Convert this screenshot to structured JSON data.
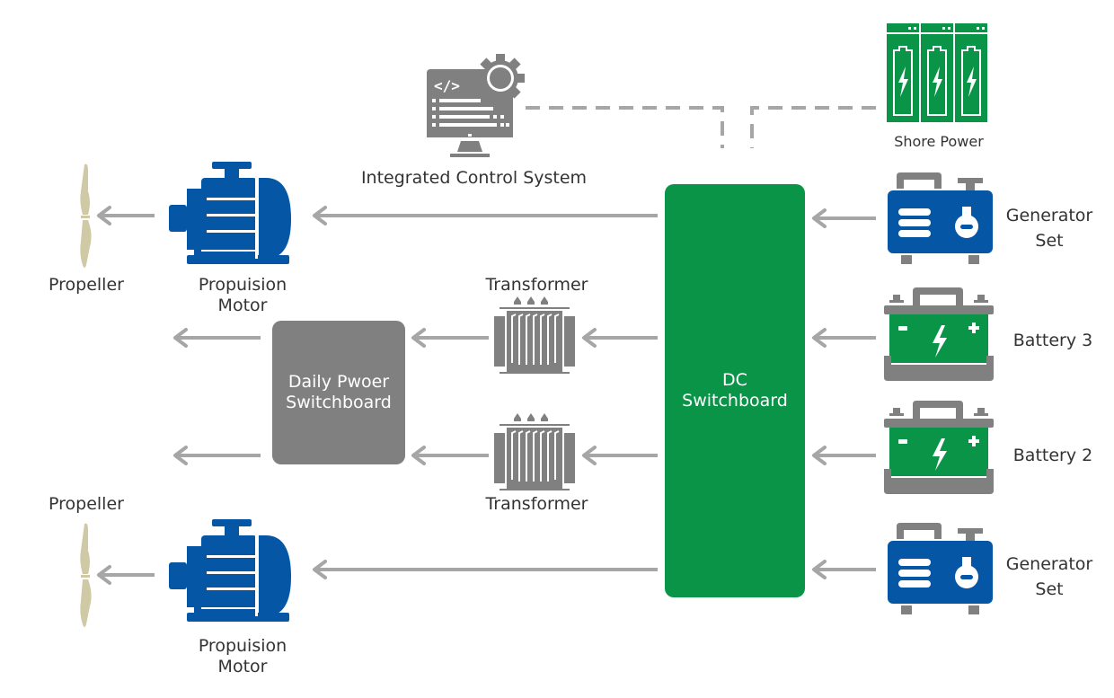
{
  "colors": {
    "green": "#0a9448",
    "blue": "#0656a6",
    "gray": "#808080",
    "arrow": "#a6a6a6",
    "propeller": "#cfc9a6",
    "text": "#333333"
  },
  "labels": {
    "control_system": "Integrated Control System",
    "shore_power": "Shore Power",
    "generator_top_1": "Generator",
    "generator_top_2": "Set",
    "battery3": "Battery 3",
    "battery2": "Battery 2",
    "generator_bottom_1": "Generator",
    "generator_bottom_2": "Set",
    "dc_switchboard_1": "DC",
    "dc_switchboard_2": "Switchboard",
    "daily_switchboard_1": "Daily Pwoer",
    "daily_switchboard_2": "Switchboard",
    "transformer_top": "Transformer",
    "transformer_bottom": "Transformer",
    "propeller_top": "Propeller",
    "propeller_bottom": "Propeller",
    "motor_top_1": "Propuision",
    "motor_top_2": "Motor",
    "motor_bottom_1": "Propuision",
    "motor_bottom_2": "Motor"
  },
  "connections": [
    {
      "from": "Shore Power",
      "to": "DC Switchboard",
      "style": "dashed"
    },
    {
      "from": "Integrated Control System",
      "to": "DC Switchboard",
      "style": "dashed"
    },
    {
      "from": "Generator Set (top)",
      "to": "DC Switchboard",
      "style": "arrow"
    },
    {
      "from": "Battery 3",
      "to": "DC Switchboard",
      "style": "arrow"
    },
    {
      "from": "Battery 2",
      "to": "DC Switchboard",
      "style": "arrow"
    },
    {
      "from": "Generator Set (bottom)",
      "to": "DC Switchboard",
      "style": "arrow"
    },
    {
      "from": "DC Switchboard",
      "to": "Propuision Motor (top)",
      "style": "arrow"
    },
    {
      "from": "DC Switchboard",
      "to": "Propuision Motor (bottom)",
      "style": "arrow"
    },
    {
      "from": "DC Switchboard",
      "to": "Transformer (top)",
      "style": "arrow"
    },
    {
      "from": "DC Switchboard",
      "to": "Transformer (bottom)",
      "style": "arrow"
    },
    {
      "from": "Transformer (top)",
      "to": "Daily Pwoer Switchboard",
      "style": "arrow"
    },
    {
      "from": "Transformer (bottom)",
      "to": "Daily Pwoer Switchboard",
      "style": "arrow"
    },
    {
      "from": "Daily Pwoer Switchboard",
      "to": "outputs",
      "style": "arrow"
    },
    {
      "from": "Propuision Motor (top)",
      "to": "Propeller (top)",
      "style": "arrow"
    },
    {
      "from": "Propuision Motor (bottom)",
      "to": "Propeller (bottom)",
      "style": "arrow"
    }
  ]
}
